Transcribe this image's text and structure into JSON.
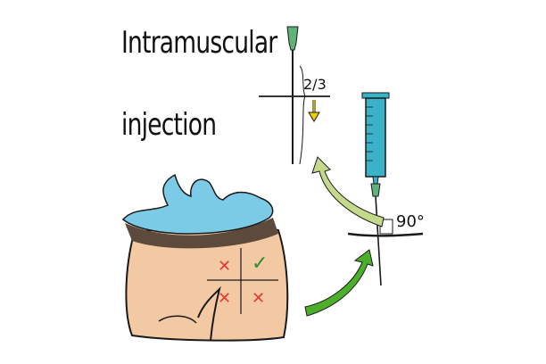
{
  "title": {
    "line1": "Intramuscular",
    "line2": "injection"
  },
  "needle_depth_label": "2/3",
  "angle_label": "90°",
  "injection_zone": {
    "correct_mark": "✓",
    "wrong_mark": "✕"
  },
  "colors": {
    "skin": "#f3c9a4",
    "outline": "#1a1a1a",
    "cloth": "#7ccbe6",
    "syringe": "#3ab3c9",
    "needle_hub": "#5fb27a",
    "arrow_green": "#4caf2a",
    "arrow_light": "#c5d98a",
    "depth_arrow": "#f0d000",
    "wrong": "#e53935",
    "correct": "#2e8b2e"
  }
}
